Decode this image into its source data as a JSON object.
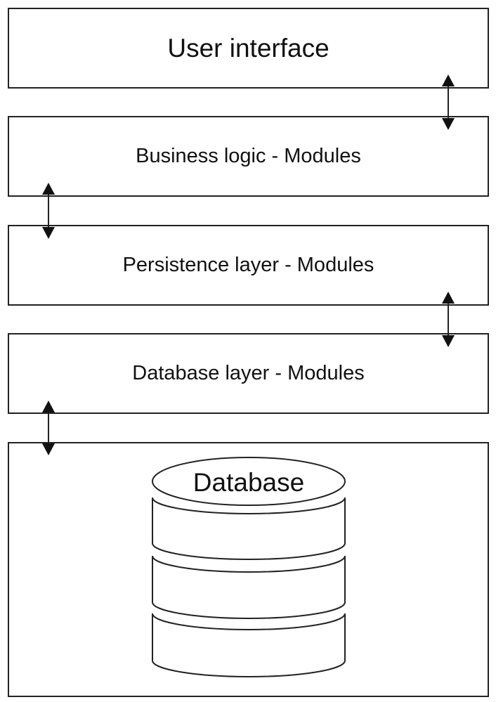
{
  "layers": {
    "user_interface": "User interface",
    "business_logic": "Business logic - Modules",
    "persistence": "Persistence layer - Modules",
    "database_layer": "Database layer - Modules"
  },
  "database": {
    "label": "Database",
    "disk_count": 3
  },
  "connectors": [
    {
      "from": "User interface",
      "to": "Business logic - Modules",
      "direction": "bidirectional"
    },
    {
      "from": "Business logic - Modules",
      "to": "Persistence layer - Modules",
      "direction": "bidirectional"
    },
    {
      "from": "Persistence layer - Modules",
      "to": "Database layer - Modules",
      "direction": "bidirectional"
    },
    {
      "from": "Database layer - Modules",
      "to": "Database",
      "direction": "bidirectional"
    }
  ],
  "colors": {
    "stroke": "#222222",
    "background": "#ffffff",
    "text": "#111111"
  }
}
